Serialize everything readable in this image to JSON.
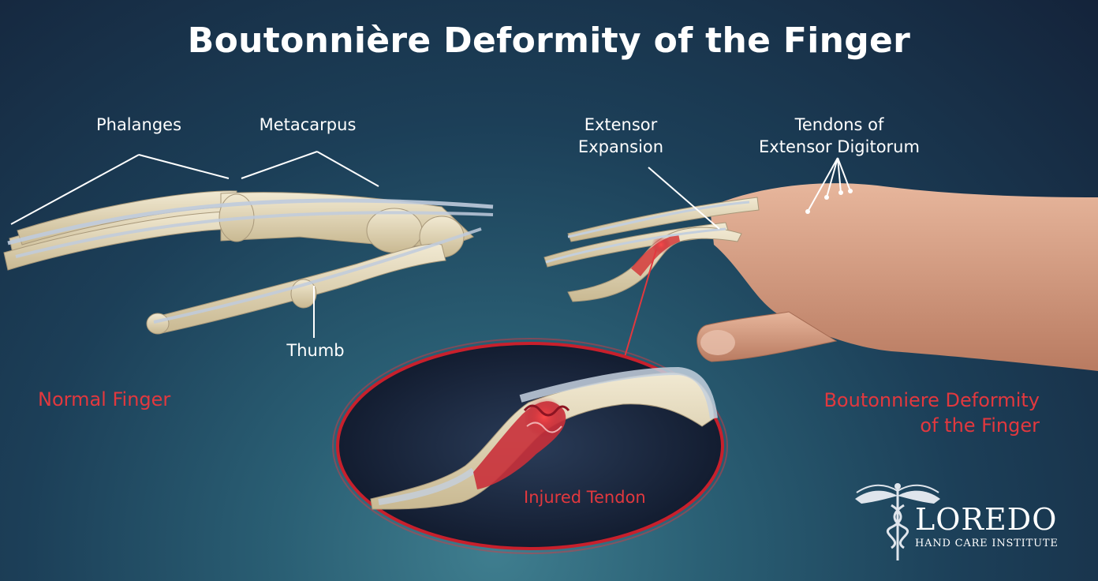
{
  "title": "Boutonnière Deformity of the Finger",
  "labels": {
    "phalanges": "Phalanges",
    "metacarpus": "Metacarpus",
    "thumb": "Thumb",
    "extensor_expansion_line1": "Extensor",
    "extensor_expansion_line2": "Expansion",
    "tendons_line1": "Tendons of",
    "tendons_line2": "Extensor Digitorum",
    "normal_finger": "Normal Finger",
    "deformity_line1": "Boutonniere Deformity",
    "deformity_line2": "of the Finger",
    "injured_tendon": "Injured Tendon"
  },
  "logo": {
    "name": "LOREDO",
    "subtitle": "HAND CARE INSTITUTE"
  },
  "colors": {
    "accent_red": "#e2383e",
    "bone": "#e6dcc0",
    "tendon": "#b9c6d6",
    "skin": "#d9a287"
  }
}
